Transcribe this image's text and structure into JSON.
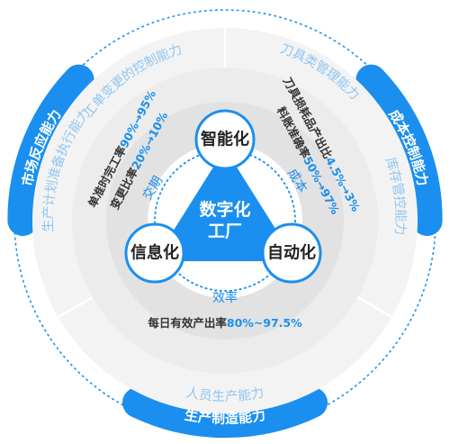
{
  "caps": {
    "left": "市场反应能力",
    "right": "成本控制能力",
    "bottom": "生产制造能力"
  },
  "outer_ring": {
    "top_left": "工单变更的控制能力",
    "left": "生产计划准备执行能力",
    "top_right": "刀具类管理能力",
    "right": "库存管控能力",
    "bottom": "人员生产能力"
  },
  "metrics": {
    "left_line1_text": "单准时完工率",
    "left_line1_value": "90%→95%",
    "left_line2_text": "变更比率",
    "left_line2_value": "20%→10%",
    "right_line1_text": "刀具损耗品产出比",
    "right_line1_value": "4.5%→3%",
    "right_line2_text": "料账准确率",
    "right_line2_value": "50%→97%",
    "bottom_text": "每日有效产出率",
    "bottom_value": "80%~97.5%"
  },
  "center": {
    "line1": "数字化",
    "line2": "工厂"
  },
  "nodes": {
    "top": "智能化",
    "left": "信息化",
    "right": "自动化"
  },
  "links": {
    "left": "交期",
    "right": "成本",
    "bottom": "效率"
  },
  "colors": {
    "primary": "#1a8fef",
    "outer_text": "#8fc6f2",
    "ring_light": "#f3f3f3",
    "ring_mid": "#ececec",
    "ring_inner": "#e2e2e2"
  }
}
